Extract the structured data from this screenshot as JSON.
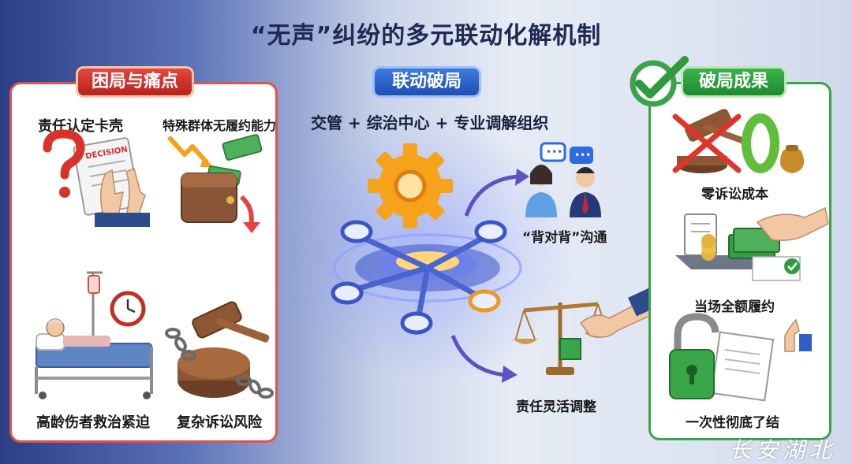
{
  "title": "“无声”纠纷的多元联动化解机制",
  "left_panel": {
    "header": "困局与痛点",
    "items": [
      {
        "label": "责任认定卡壳",
        "icon": "decision-rejection-icon"
      },
      {
        "label": "特殊群体无履约能力",
        "icon": "empty-wallet-icon"
      },
      {
        "label": "高龄伤者救治紧迫",
        "icon": "hospital-bed-icon"
      },
      {
        "label": "复杂诉讼风险",
        "icon": "chained-gavel-icon"
      }
    ],
    "decision_stamp": "DECISION"
  },
  "center": {
    "header": "联动破局",
    "subtitle": "交管 + 综治中心 + 专业调解组织",
    "items": [
      {
        "label": "“背对背”沟通",
        "icon": "people-chat-icon"
      },
      {
        "label": "责任灵活调整",
        "icon": "balance-scale-icon"
      }
    ],
    "hub_icon": "gear-network-icon"
  },
  "right_panel": {
    "header": "破局成果",
    "items": [
      {
        "label": "零诉讼成本",
        "icon": "zero-cost-icon"
      },
      {
        "label": "当场全额履约",
        "icon": "cash-payment-icon"
      },
      {
        "label": "一次性彻底了结",
        "icon": "unlocked-padlock-icon"
      }
    ]
  },
  "watermark": "长安湖北",
  "colors": {
    "red": "#e0524a",
    "blue": "#2a63c8",
    "green": "#3ba44a",
    "gear": "#f7a21b"
  }
}
